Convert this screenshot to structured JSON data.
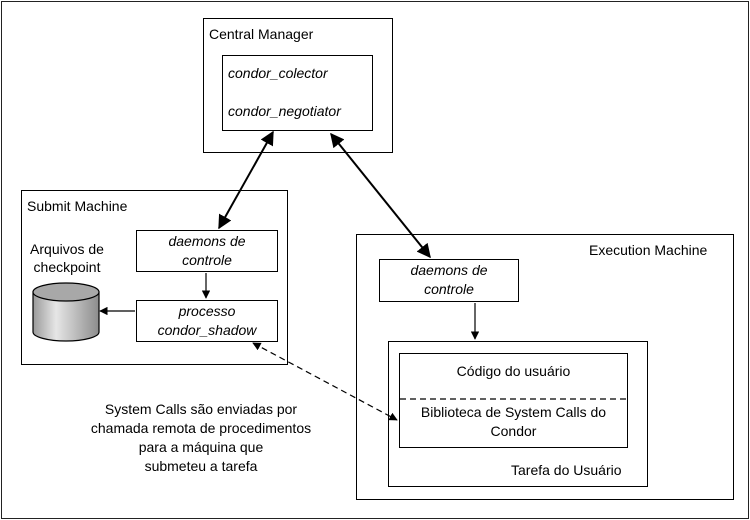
{
  "central_manager": {
    "title": "Central Manager",
    "daemon_1": "condor_colector",
    "daemon_2": "condor_negotiator"
  },
  "submit_machine": {
    "title": "Submit Machine",
    "checkpoint_label_line1": "Arquivos de",
    "checkpoint_label_line2": "checkpoint",
    "daemons_line1": "daemons de",
    "daemons_line2": "controle",
    "shadow_line1": "processo",
    "shadow_line2": "condor_shadow"
  },
  "execution_machine": {
    "title": "Execution Machine",
    "daemons_line1": "daemons de",
    "daemons_line2": "controle",
    "user_code": "Código do usuário",
    "library_line1": "Biblioteca de System Calls do",
    "library_line2": "Condor",
    "task_label": "Tarefa do Usuário"
  },
  "annotation": {
    "line1": "System Calls são enviadas por",
    "line2": "chamada remota de procedimentos",
    "line3": "para a máquina que",
    "line4": "submeteu a tarefa"
  }
}
